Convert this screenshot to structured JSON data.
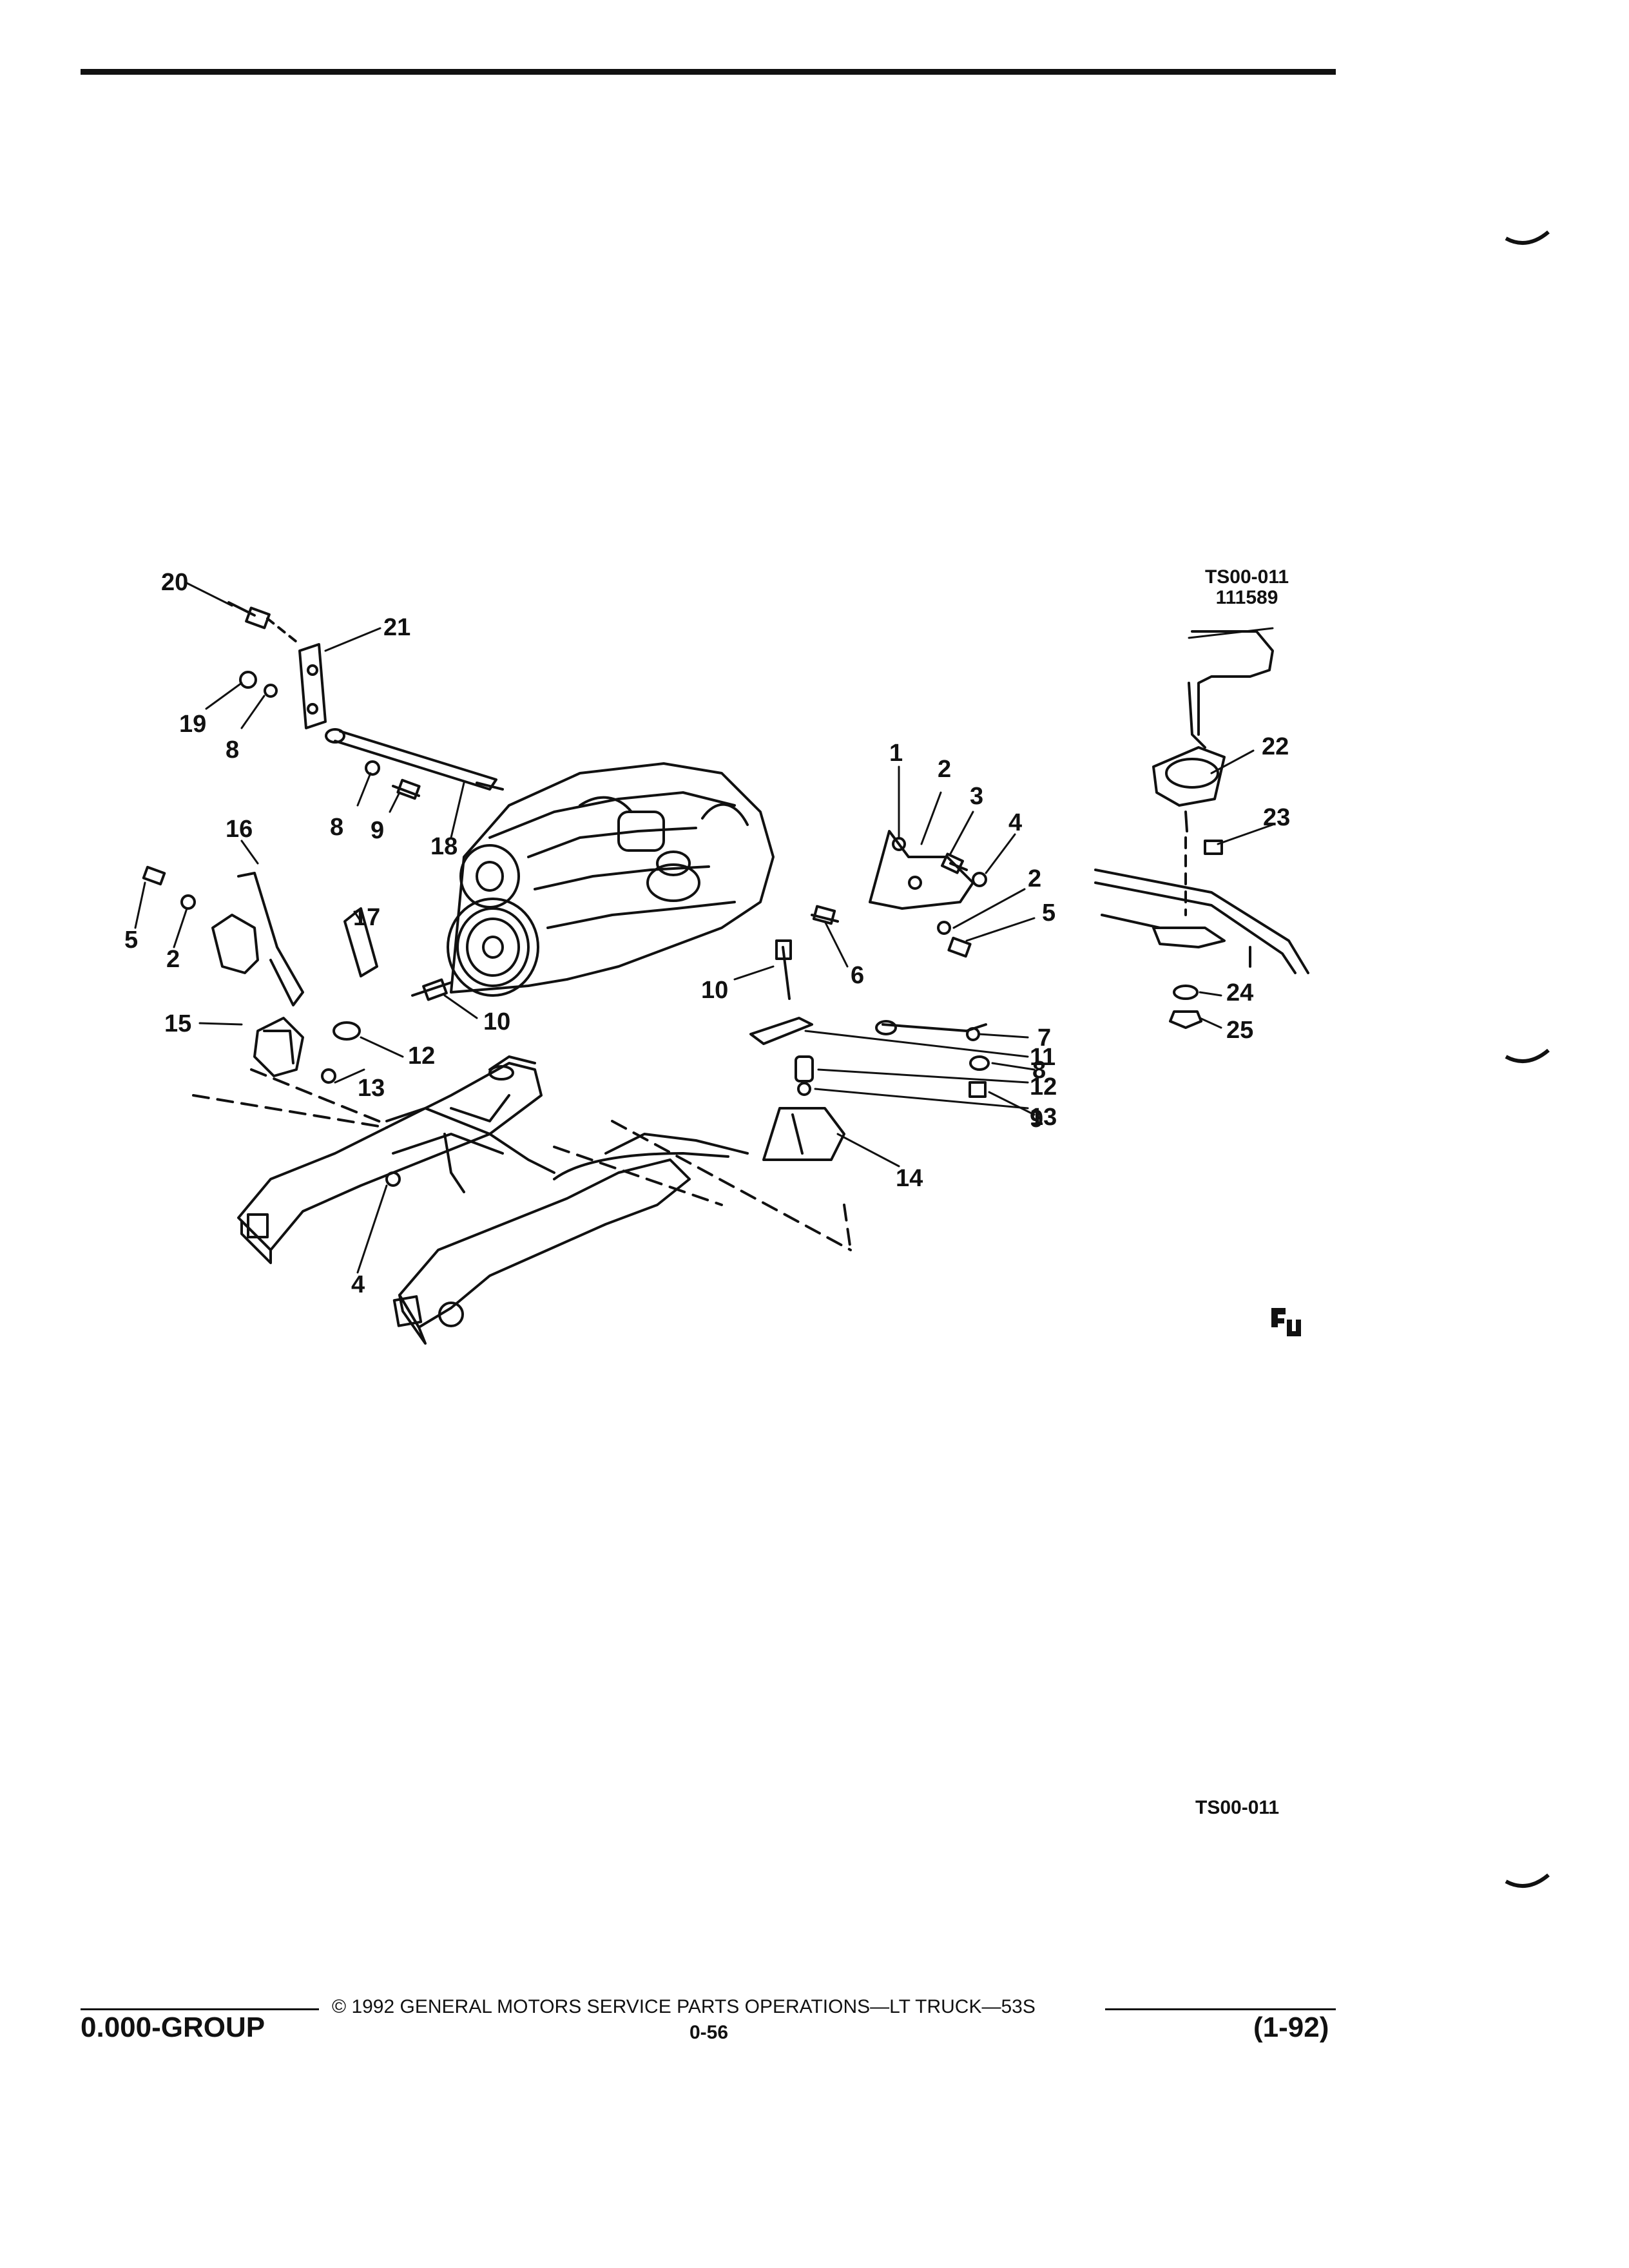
{
  "figure": {
    "ref_code": "TS00-011",
    "ref_date": "111589",
    "bottom_ref": "TS00-011",
    "callouts": {
      "c20": "20",
      "c21": "21",
      "c19": "19",
      "c8a": "8",
      "c8b": "8",
      "c9a": "9",
      "c18": "18",
      "c16": "16",
      "c5a": "5",
      "c2a": "2",
      "c17": "17",
      "c10a": "10",
      "c15": "15",
      "c12a": "12",
      "c13a": "13",
      "c4a": "4",
      "c1": "1",
      "c2b": "2",
      "c3": "3",
      "c4b": "4",
      "c2c": "2",
      "c5b": "5",
      "c6": "6",
      "c10b": "10",
      "c11": "11",
      "c12b": "12",
      "c13b": "13",
      "c14": "14",
      "c7": "7",
      "c8c": "8",
      "c9b": "9",
      "c22": "22",
      "c23": "23",
      "c24": "24",
      "c25": "25"
    }
  },
  "footer": {
    "group": "0.000-GROUP",
    "copyright": "©  1992  GENERAL MOTORS SERVICE PARTS OPERATIONS—LT TRUCK—53S",
    "page": "0-56",
    "revision": "(1-92)"
  }
}
